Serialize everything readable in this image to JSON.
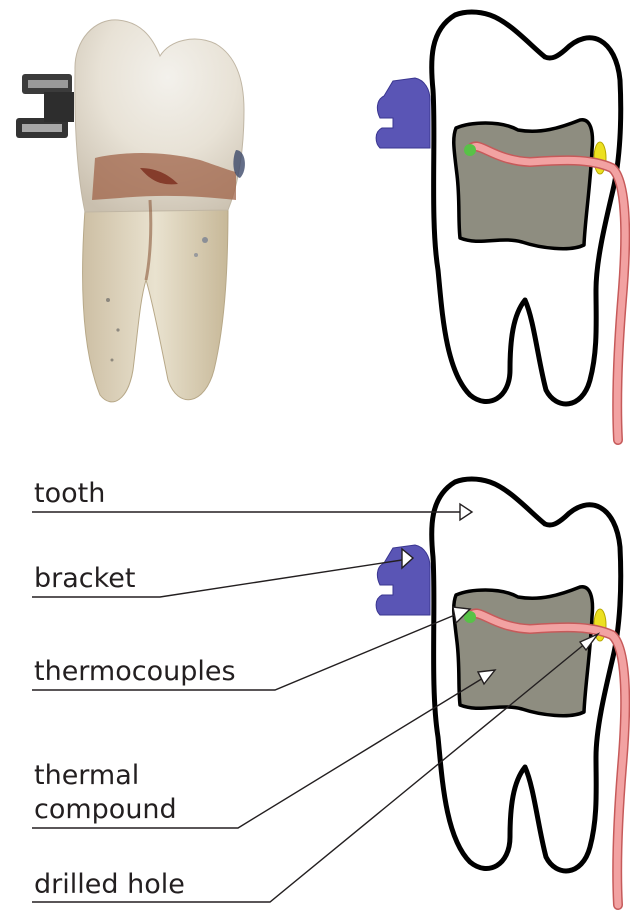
{
  "labels": {
    "tooth": "tooth",
    "bracket": "bracket",
    "thermocouples": "thermocouples",
    "thermal_compound_line1": "thermal",
    "thermal_compound_line2": "compound",
    "drilled_hole": "drilled hole"
  },
  "colors": {
    "bracket": "#5a55b5",
    "thermal_compound": "#8e8d80",
    "thermocouple_wire": "#e98a8a",
    "thermocouple_tip": "#58c247",
    "drilled_hole_marker": "#ece020",
    "outline": "#000000"
  }
}
